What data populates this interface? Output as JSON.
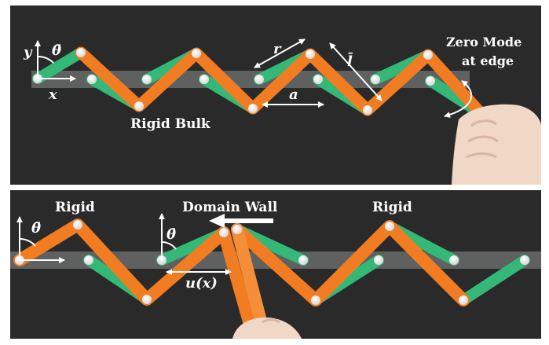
{
  "panel_top": {
    "labels": {
      "y_axis": "y",
      "x_axis": "x",
      "angle": "θ̄",
      "r": "r",
      "l": "l̄",
      "a": "a",
      "rigid_bulk": "Rigid Bulk",
      "zero_mode_line1": "Zero Mode",
      "zero_mode_line2": "at edge"
    }
  },
  "panel_bottom": {
    "labels": {
      "rigid_left": "Rigid",
      "angle_left": "θ̄",
      "domain_wall": "Domain Wall",
      "angle_mid": "θ̄",
      "u_x": "u(x)",
      "rigid_right": "Rigid"
    }
  },
  "colors": {
    "background": "#2b2a2a",
    "rail": "#9fa1a1",
    "orange_bar": "#f27c22",
    "green_bar": "#33b878",
    "joint": "#ffffff",
    "hand": "#f1d7c6",
    "annotation": "#ffffff"
  }
}
